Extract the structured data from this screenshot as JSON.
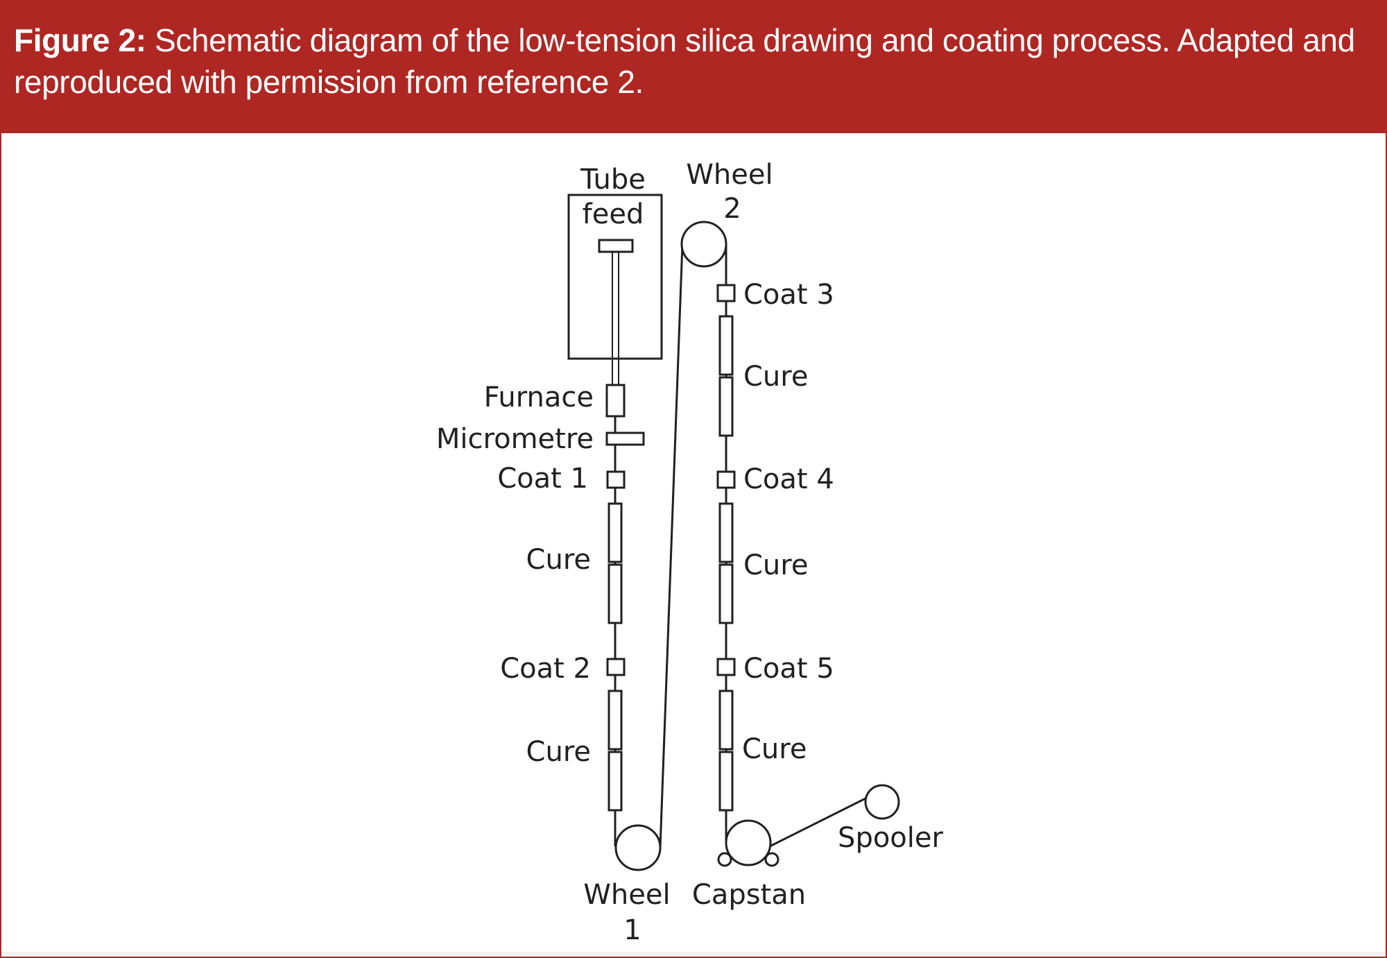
{
  "caption": {
    "lead": "Figure 2:",
    "text": " Schematic diagram of the low-tension silica drawing and coating process. Adapted and reproduced with permission from reference 2."
  },
  "labels": {
    "tube_feed_1": "Tube",
    "tube_feed_2": "feed",
    "wheel2_1": "Wheel",
    "wheel2_2": "2",
    "furnace": "Furnace",
    "micrometre": "Micrometre",
    "coat1": "Coat 1",
    "cure_a": "Cure",
    "coat2": "Coat 2",
    "cure_b": "Cure",
    "coat3": "Coat 3",
    "cure_c": "Cure",
    "coat4": "Coat 4",
    "cure_d": "Cure",
    "coat5": "Coat 5",
    "cure_e": "Cure",
    "wheel1_1": "Wheel",
    "wheel1_2": "1",
    "capstan": "Capstan",
    "spooler": "Spooler"
  },
  "colors": {
    "accent": "#ae2723",
    "ink": "#231f20"
  }
}
